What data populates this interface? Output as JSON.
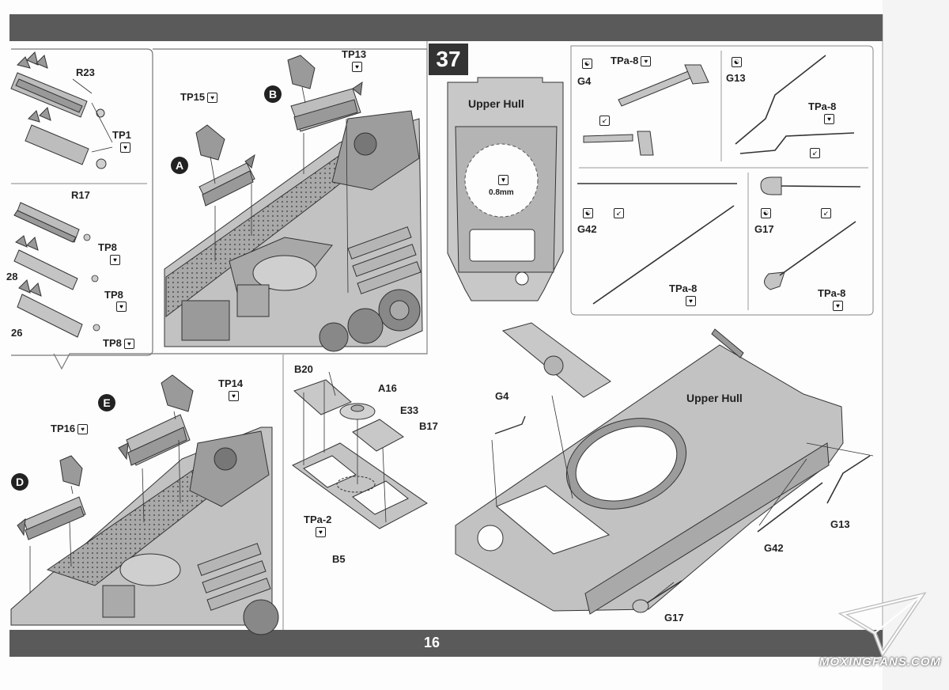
{
  "page": {
    "number": "16",
    "step_number": "37"
  },
  "labels": {
    "r23": "R23",
    "tp1": "TP1",
    "r17": "R17",
    "tp8_a": "TP8",
    "tp8_b": "TP8",
    "tp8_c": "TP8",
    "n28": "28",
    "n26": "26",
    "tp15": "TP15",
    "tp13": "TP13",
    "callout_a": "A",
    "callout_b": "B",
    "tp14": "TP14",
    "tp16": "TP16",
    "callout_e": "E",
    "callout_d": "D",
    "b20": "B20",
    "a16": "A16",
    "e33": "E33",
    "b17": "B17",
    "tpa2": "TPa-2",
    "b5": "B5",
    "upper_hull_1": "Upper Hull",
    "mm": "0.8mm",
    "g4": "G4",
    "tpa8_g4": "TPa-8",
    "g13": "G13",
    "tpa8_g13": "TPa-8",
    "g42": "G42",
    "tpa8_g42": "TPa-8",
    "g17": "G17",
    "tpa8_g17": "TPa-8",
    "g4_main": "G4",
    "upper_hull_2": "Upper Hull",
    "g13_main": "G13",
    "g42_main": "G42",
    "g17_main": "G17"
  },
  "watermark": "MOXINGFANS.COM",
  "colors": {
    "band": "#5a5a5a",
    "ink": "#222222",
    "part": "#bdbdbd",
    "part_dark": "#8a8a8a",
    "paper": "#fdfdfd"
  }
}
